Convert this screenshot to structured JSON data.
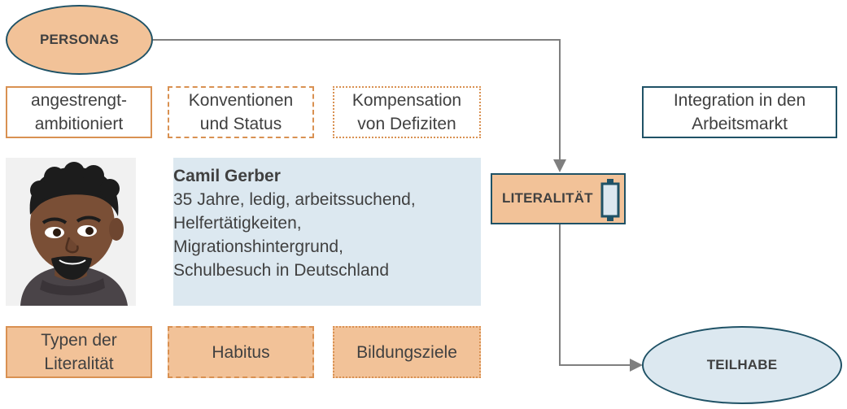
{
  "personas": {
    "label": "PERSONAS"
  },
  "types_top": [
    {
      "line1": "angestrengt-",
      "line2": "ambitioniert"
    },
    {
      "line1": "Konventionen",
      "line2": "und Status"
    },
    {
      "line1": "Kompensation",
      "line2": "von Defiziten"
    }
  ],
  "integration": {
    "line1": "Integration in den",
    "line2": "Arbeitsmarkt"
  },
  "profile": {
    "name": "Camil Gerber",
    "lines": [
      "35 Jahre, ledig, arbeitssuchend,",
      "Helfertätigkeiten,",
      "Migrationshintergrund,",
      "Schulbesuch in Deutschland"
    ]
  },
  "literalitaet": {
    "label": "LITERALITÄT"
  },
  "bottom_boxes": [
    {
      "line1": "Typen der",
      "line2": "Literalität"
    },
    {
      "label": "Habitus"
    },
    {
      "label": "Bildungsziele"
    }
  ],
  "teilhabe": {
    "label": "TEILHABE"
  },
  "colors": {
    "orange_fill": "#f2c298",
    "orange_border": "#d99152",
    "teal_border": "#1f5266",
    "blue_fill": "#dce8f0",
    "arrow": "#7f7f7f"
  }
}
